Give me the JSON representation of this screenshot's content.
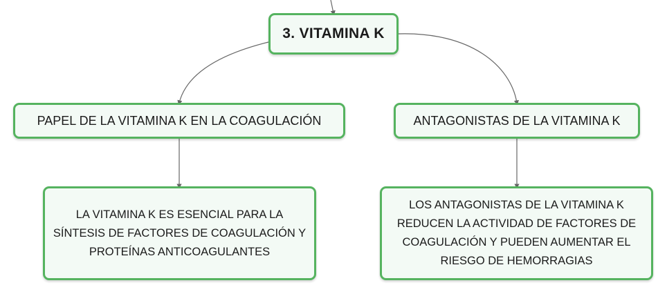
{
  "diagram": {
    "root": {
      "label": "3. VITAMINA K"
    },
    "branches": [
      {
        "label": "PAPEL DE LA VITAMINA K EN LA COAGULACIÓN",
        "detail": "LA VITAMINA K ES ESENCIAL PARA LA SÍNTESIS DE FACTORES DE COAGULACIÓN Y PROTEÍNAS ANTICOAGULANTES"
      },
      {
        "label": "ANTAGONISTAS DE LA VITAMINA K",
        "detail": "LOS ANTAGONISTAS DE LA VITAMINA K REDUCEN LA ACTIVIDAD DE FACTORES DE COAGULACIÓN Y PUEDEN AUMENTAR EL RIESGO DE HEMORRAGIAS"
      }
    ]
  },
  "colors": {
    "node_border": "#55b35f",
    "node_fill": "#f3faf5",
    "connector": "#666666"
  }
}
